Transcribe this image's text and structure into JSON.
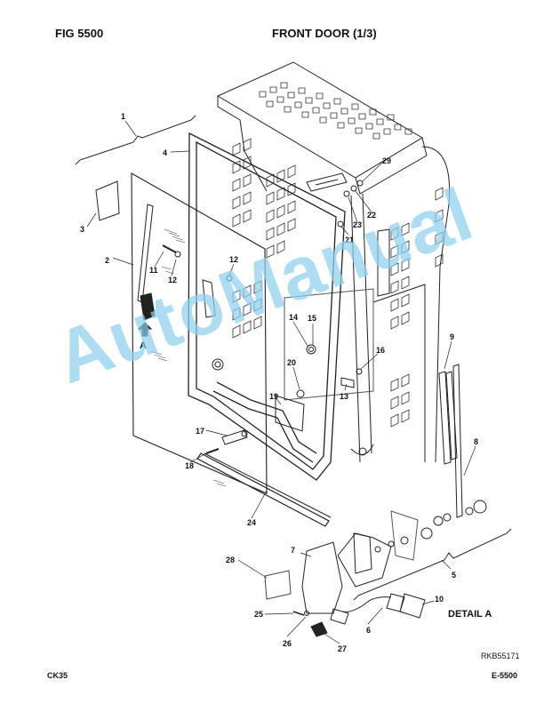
{
  "header": {
    "fig_label": "FIG 5500",
    "title": "FRONT DOOR (1/3)"
  },
  "footer": {
    "left": "CK35",
    "right": "E-5500",
    "drawing_ref": "RKB55171"
  },
  "watermark": "AutoManual",
  "detail_label": "DETAIL A",
  "view_marker": "A",
  "callouts": [
    "1",
    "2",
    "3",
    "4",
    "5",
    "6",
    "7",
    "8",
    "9",
    "10",
    "11",
    "12",
    "12",
    "13",
    "14",
    "15",
    "16",
    "17",
    "18",
    "19",
    "20",
    "21",
    "22",
    "23",
    "24",
    "25",
    "26",
    "27",
    "28",
    "29"
  ],
  "colors": {
    "line": "#222222",
    "watermark": "#8fd0ef"
  }
}
